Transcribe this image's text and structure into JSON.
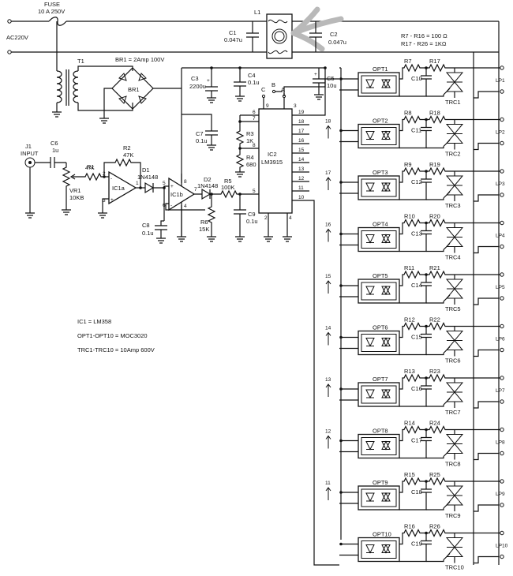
{
  "mains": {
    "fuse_label": "FUSE",
    "fuse_rating": "10 A 250V",
    "ac_label": "AC220V",
    "inductor": "L1",
    "c1_name": "C1",
    "c1_value": "0.047u",
    "c2_name": "C2",
    "c2_value": "0.047u"
  },
  "notes": {
    "r_top": "R7 - R16 = 100 Ω",
    "r_bottom": "R17 - R26 = 1KΩ",
    "ic1": "IC1  =  LM358",
    "opt": "OPT1-OPT10  =  MOC3020",
    "trc": "TRC1-TRC10  =  10Amp  600V"
  },
  "power": {
    "transformer": "T1",
    "bridge_spec": "BR1 = 2Amp 100V",
    "bridge": "BR1",
    "c3_name": "C3",
    "c3_value": "2200u",
    "c4_name": "C4",
    "c4_value": "0.1u",
    "c5_name": "C5",
    "c5_value": "10u",
    "c7_name": "C7",
    "c7_value": "0.1u"
  },
  "input": {
    "jack": "J1",
    "jack_label": "INPUT",
    "c6_name": "C6",
    "c6_value": "1u",
    "r1_name": "R1",
    "r1_value": "47K",
    "vr1_name": "VR1",
    "vr1_value": "10KB",
    "r2_name": "R2",
    "r2_value": "47K",
    "ic1a": "IC1a",
    "ic1b": "IC1b",
    "d1_name": "D1",
    "d1_value": "1N4148",
    "d2_name": "D2",
    "d2_value": "1N4148",
    "r5_name": "R5",
    "r5_value": "100K",
    "r6_name": "R6",
    "r6_value": "15K",
    "c8_name": "C8",
    "c8_value": "0.1u",
    "c9_name": "C9",
    "c9_value": "0.1u",
    "r3_name": "R3",
    "r3_value": "1K",
    "r4_name": "R4",
    "r4_value": "680"
  },
  "ic2": {
    "name": "IC2",
    "part": "LM3915",
    "jumpers": [
      "C",
      "B",
      "A"
    ],
    "left_pins": [
      "6",
      "7",
      "8",
      "5"
    ],
    "top_pins": [
      "9",
      "3"
    ],
    "bottom_pins": [
      "2",
      "4"
    ],
    "right_pins": [
      "19",
      "18",
      "17",
      "16",
      "15",
      "14",
      "13",
      "12",
      "11",
      "10"
    ],
    "opamp_pins": [
      "3",
      "2",
      "1",
      "5",
      "6",
      "7",
      "8",
      "4"
    ]
  },
  "channels": [
    {
      "opt": "OPT1",
      "rs": "R7",
      "rg": "R17",
      "c": "C10",
      "trc": "TRC1",
      "lp": "LP1",
      "pin": ""
    },
    {
      "opt": "OPT2",
      "rs": "R8",
      "rg": "R18",
      "c": "C11",
      "trc": "TRC2",
      "lp": "LP2",
      "pin": "18"
    },
    {
      "opt": "OPT3",
      "rs": "R9",
      "rg": "R19",
      "c": "C12",
      "trc": "TRC3",
      "lp": "LP3",
      "pin": "17"
    },
    {
      "opt": "OPT4",
      "rs": "R10",
      "rg": "R20",
      "c": "C13",
      "trc": "TRC4",
      "lp": "LP4",
      "pin": "16"
    },
    {
      "opt": "OPT5",
      "rs": "R11",
      "rg": "R21",
      "c": "C14",
      "trc": "TRC5",
      "lp": "LP5",
      "pin": "15"
    },
    {
      "opt": "OPT6",
      "rs": "R12",
      "rg": "R22",
      "c": "C15",
      "trc": "TRC6",
      "lp": "LP6",
      "pin": "14"
    },
    {
      "opt": "OPT7",
      "rs": "R13",
      "rg": "R23",
      "c": "C16",
      "trc": "TRC7",
      "lp": "LP7",
      "pin": "13"
    },
    {
      "opt": "OPT8",
      "rs": "R14",
      "rg": "R24",
      "c": "C17",
      "trc": "TRC8",
      "lp": "LP8",
      "pin": "12"
    },
    {
      "opt": "OPT9",
      "rs": "R15",
      "rg": "R25",
      "c": "C18",
      "trc": "TRC9",
      "lp": "LP9",
      "pin": "11"
    },
    {
      "opt": "OPT10",
      "rs": "R16",
      "rg": "R26",
      "c": "C19",
      "trc": "TRC10",
      "lp": "LP10",
      "pin": ""
    }
  ]
}
